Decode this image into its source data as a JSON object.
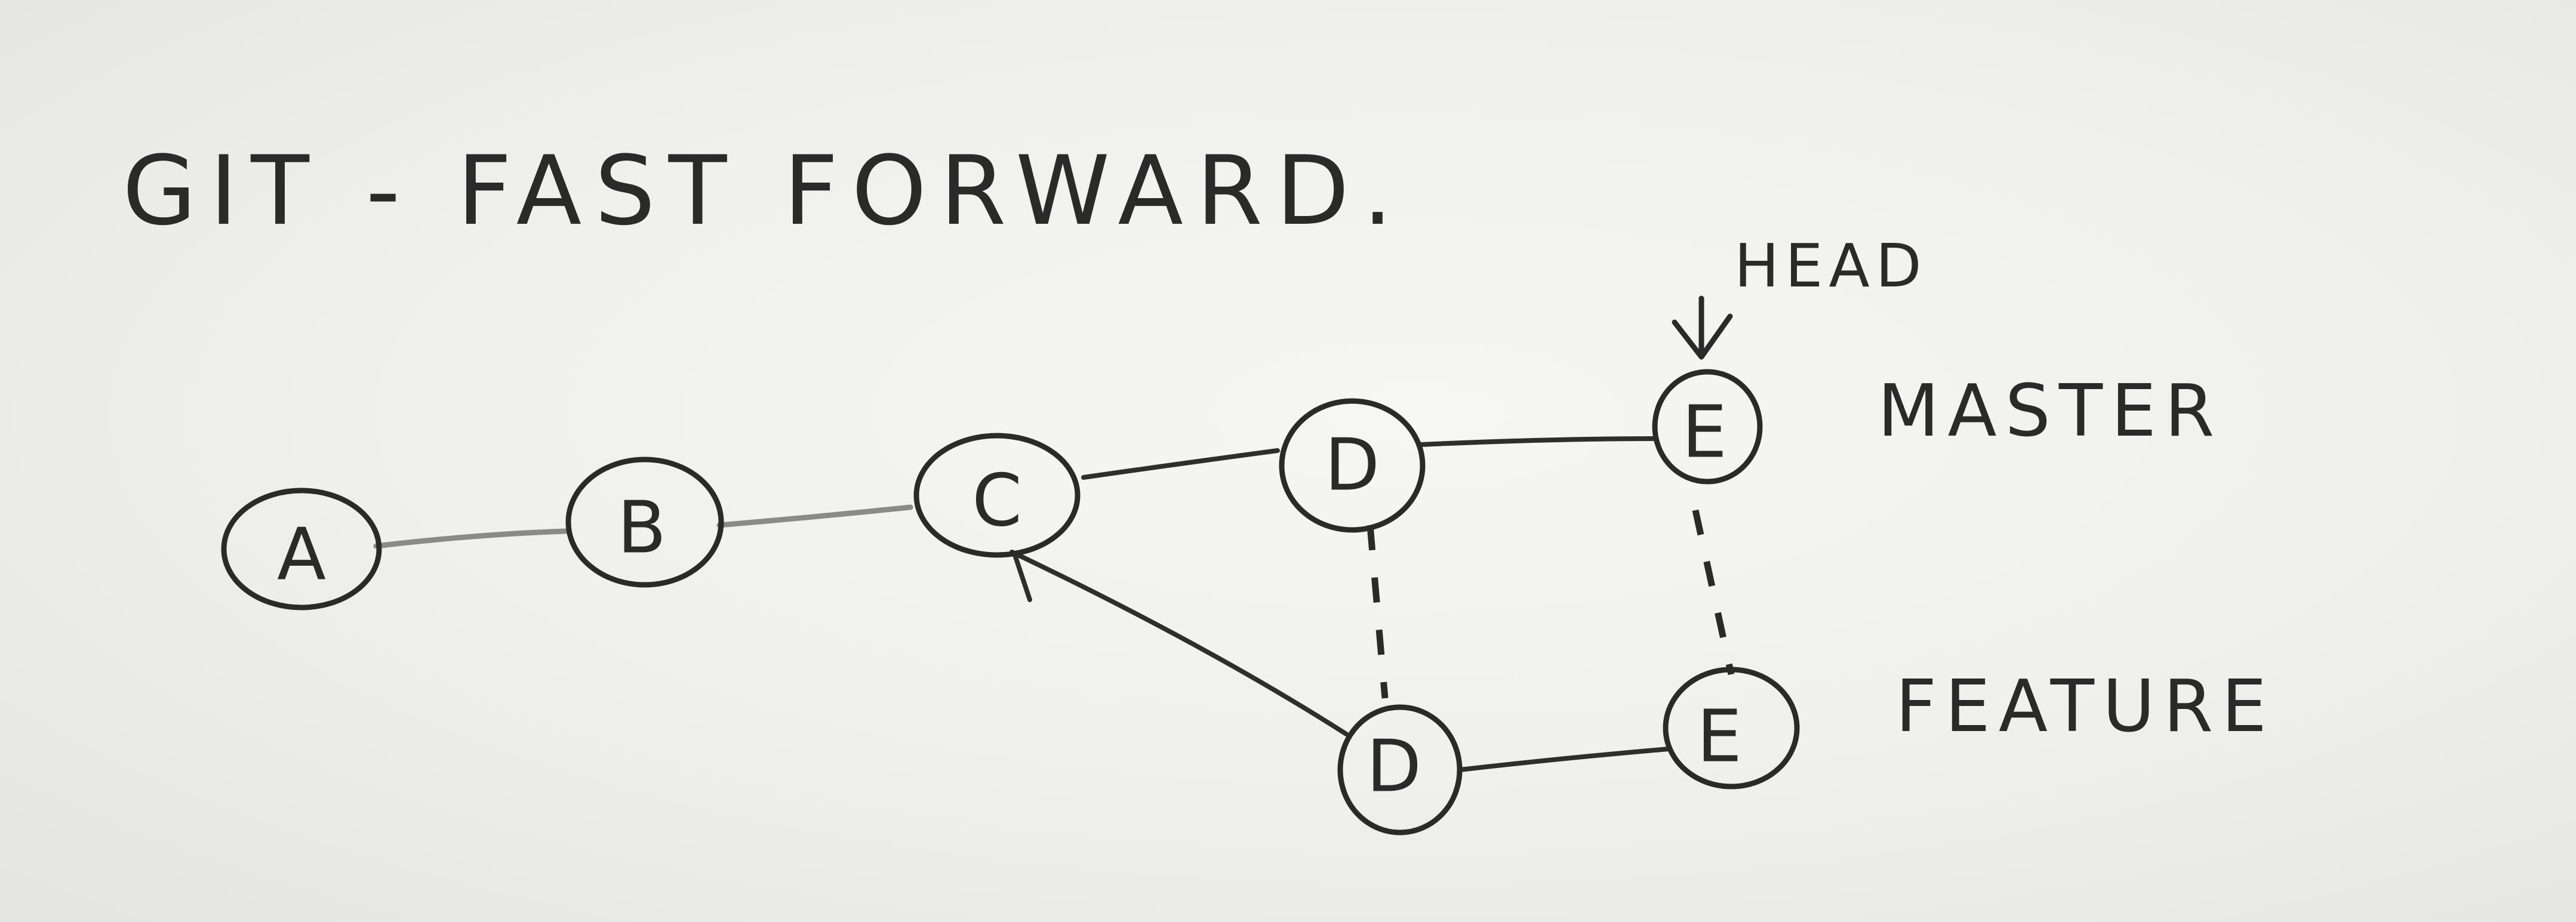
{
  "title": "GIT - FAST FORWARD.",
  "pointer": {
    "label": "HEAD"
  },
  "branches": {
    "master": "MASTER",
    "feature": "FEATURE"
  },
  "commits": {
    "a": "A",
    "b": "B",
    "c": "C",
    "master_d": "D",
    "master_e": "E",
    "feature_d": "D",
    "feature_e": "E"
  },
  "colors": {
    "ink": "#2a2a2a",
    "paper": "#efefed"
  }
}
